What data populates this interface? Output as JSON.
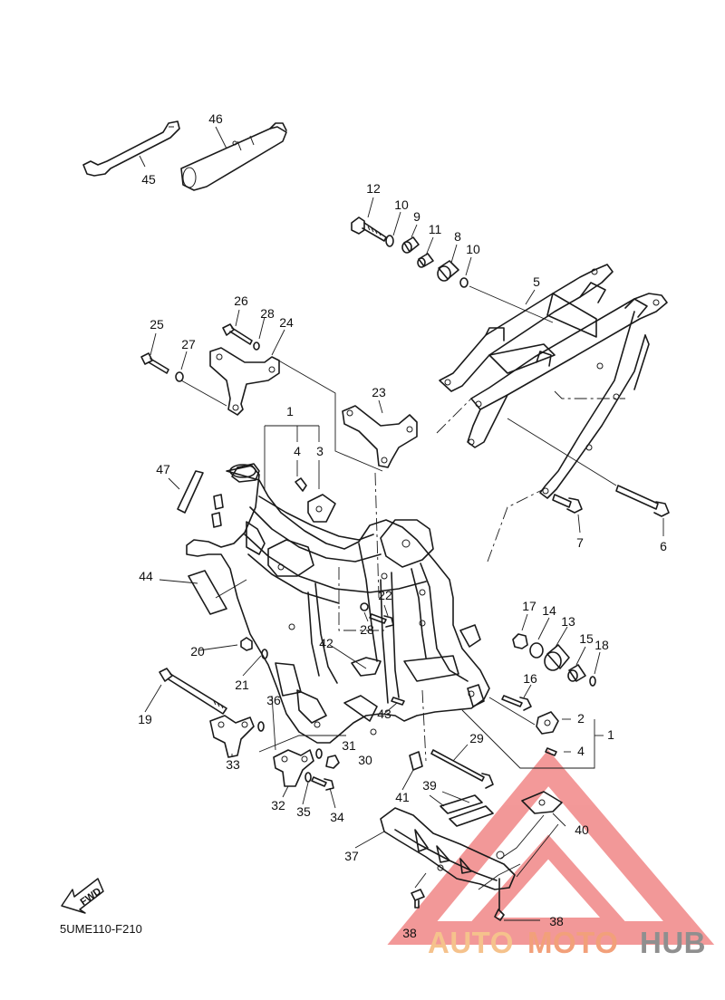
{
  "diagram_code": "5UME110-F210",
  "fwd_label": "FWD",
  "watermark": {
    "part1": "AUTO",
    "part2": "MOTO",
    "part3": "HUB",
    "color_light": "#f5c28c",
    "color_mid": "#f2a07a",
    "color_dark": "#8f8f8f"
  },
  "colors": {
    "line": "#1a1a1a",
    "watermark_triangle": "#f07f7f"
  },
  "callouts": [
    {
      "id": "c46",
      "text": "46"
    },
    {
      "id": "c45",
      "text": "45"
    },
    {
      "id": "c12",
      "text": "12"
    },
    {
      "id": "c10a",
      "text": "10"
    },
    {
      "id": "c9",
      "text": "9"
    },
    {
      "id": "c11",
      "text": "11"
    },
    {
      "id": "c8",
      "text": "8"
    },
    {
      "id": "c10b",
      "text": "10"
    },
    {
      "id": "c5",
      "text": "5"
    },
    {
      "id": "c26",
      "text": "26"
    },
    {
      "id": "c28a",
      "text": "28"
    },
    {
      "id": "c24",
      "text": "24"
    },
    {
      "id": "c25",
      "text": "25"
    },
    {
      "id": "c27",
      "text": "27"
    },
    {
      "id": "c23",
      "text": "23"
    },
    {
      "id": "c1a",
      "text": "1"
    },
    {
      "id": "c4a",
      "text": "4"
    },
    {
      "id": "c3",
      "text": "3"
    },
    {
      "id": "c47",
      "text": "47"
    },
    {
      "id": "c7",
      "text": "7"
    },
    {
      "id": "c6",
      "text": "6"
    },
    {
      "id": "c44",
      "text": "44"
    },
    {
      "id": "c22",
      "text": "22"
    },
    {
      "id": "c28b",
      "text": "28"
    },
    {
      "id": "c17",
      "text": "17"
    },
    {
      "id": "c14",
      "text": "14"
    },
    {
      "id": "c13",
      "text": "13"
    },
    {
      "id": "c15",
      "text": "15"
    },
    {
      "id": "c18",
      "text": "18"
    },
    {
      "id": "c20",
      "text": "20"
    },
    {
      "id": "c21",
      "text": "21"
    },
    {
      "id": "c42",
      "text": "42"
    },
    {
      "id": "c16",
      "text": "16"
    },
    {
      "id": "c2",
      "text": "2"
    },
    {
      "id": "c1b",
      "text": "1"
    },
    {
      "id": "c4b",
      "text": "4"
    },
    {
      "id": "c19",
      "text": "19"
    },
    {
      "id": "c36",
      "text": "36"
    },
    {
      "id": "c43",
      "text": "43"
    },
    {
      "id": "c29",
      "text": "29"
    },
    {
      "id": "c31",
      "text": "31"
    },
    {
      "id": "c30",
      "text": "30"
    },
    {
      "id": "c33",
      "text": "33"
    },
    {
      "id": "c41",
      "text": "41"
    },
    {
      "id": "c39",
      "text": "39"
    },
    {
      "id": "c32",
      "text": "32"
    },
    {
      "id": "c35",
      "text": "35"
    },
    {
      "id": "c34",
      "text": "34"
    },
    {
      "id": "c40",
      "text": "40"
    },
    {
      "id": "c37",
      "text": "37"
    },
    {
      "id": "c38a",
      "text": "38"
    },
    {
      "id": "c38b",
      "text": "38"
    }
  ]
}
